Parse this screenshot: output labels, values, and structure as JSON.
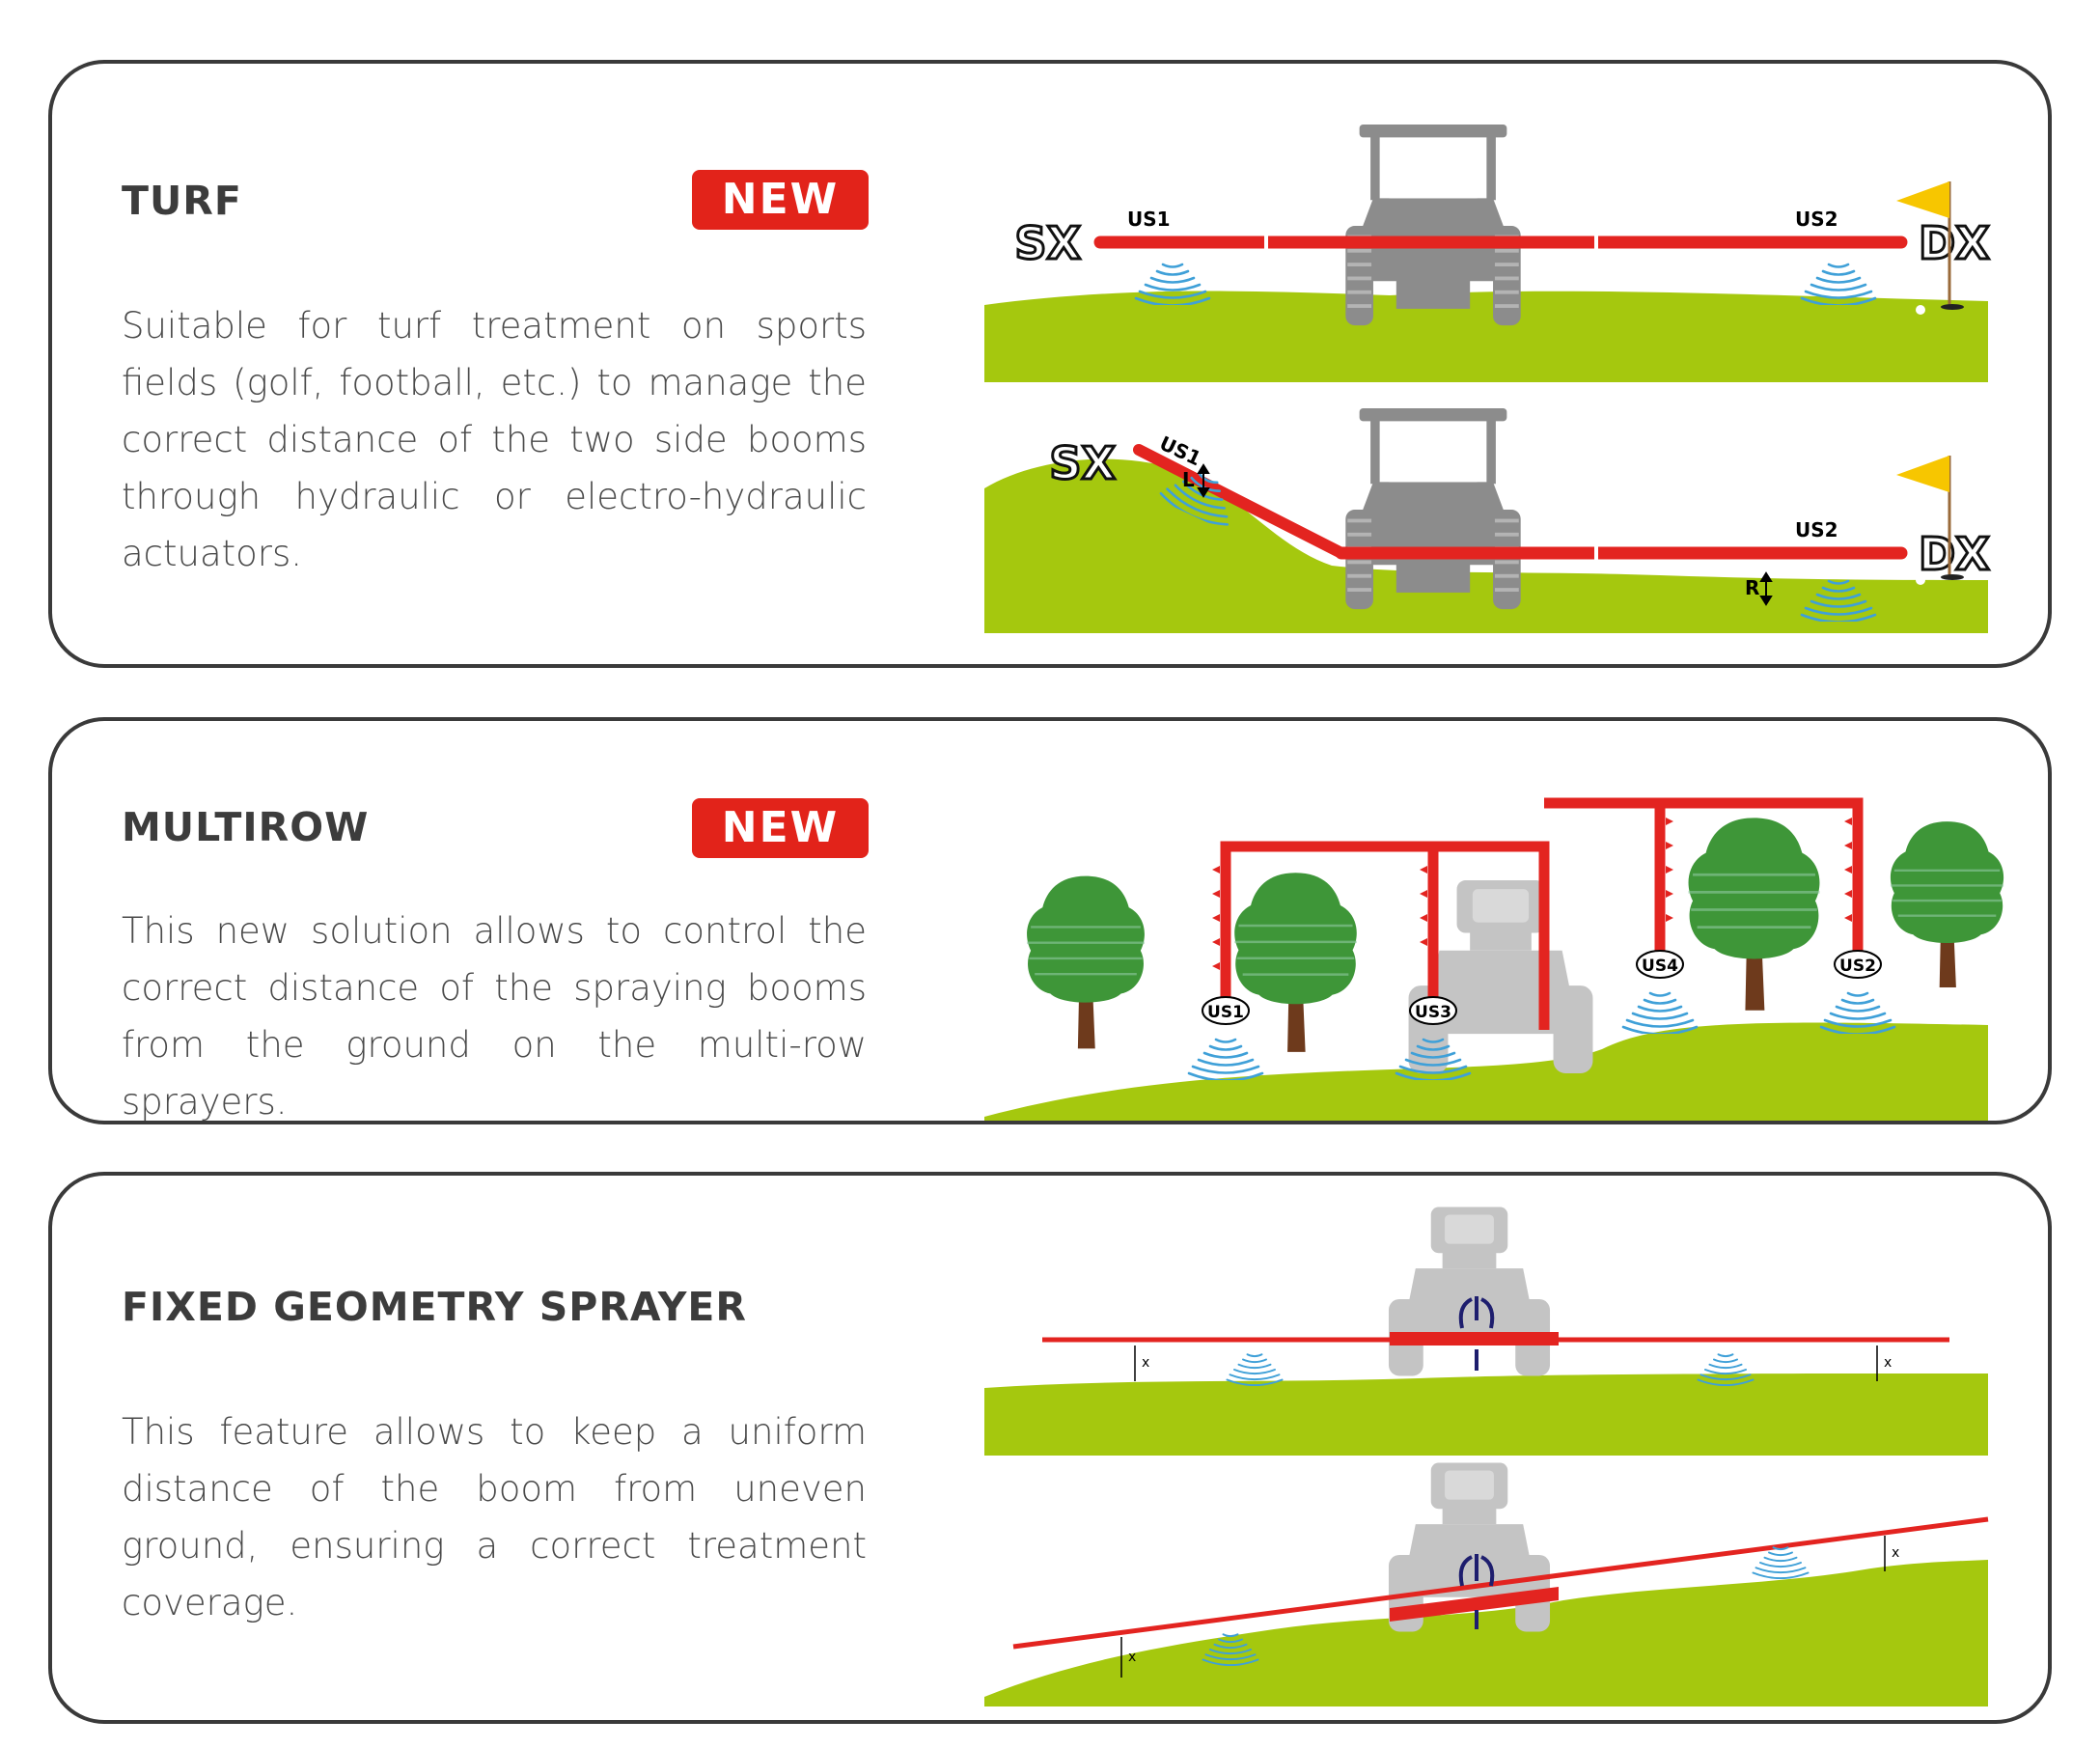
{
  "colors": {
    "ground": "#a5c80e",
    "boom": "#e32420",
    "tractor": "#8c8c8c",
    "sensor_wave": "#3fa0d8",
    "badge": "#e2231a",
    "border": "#3a3a3a",
    "tree": "#3e9638",
    "trunk": "#6e3a1c",
    "flag": "#f7c600"
  },
  "sections": [
    {
      "title": "TURF",
      "badge": "NEW",
      "description": "Suitable for turf treatment on sports fields (golf, football, etc.) to manage the correct distance of the two side booms through hydraulic or electro-hydraulic actuators.",
      "labels": {
        "left": "SX",
        "right": "DX",
        "sensor_left": "US1",
        "sensor_right": "US2",
        "dist_left": "L",
        "dist_right": "R"
      }
    },
    {
      "title": "MULTIROW",
      "badge": "NEW",
      "description": "This new solution allows to control the correct distance of the spraying booms from the ground on the multi-row sprayers.",
      "labels": {
        "s1": "US1",
        "s2": "US2",
        "s3": "US3",
        "s4": "US4"
      }
    },
    {
      "title": "FIXED GEOMETRY SPRAYER",
      "description": "This feature allows to keep a uniform distance of the boom from uneven ground, ensuring a correct treatment coverage.",
      "labels": {
        "dist": "x"
      }
    }
  ]
}
